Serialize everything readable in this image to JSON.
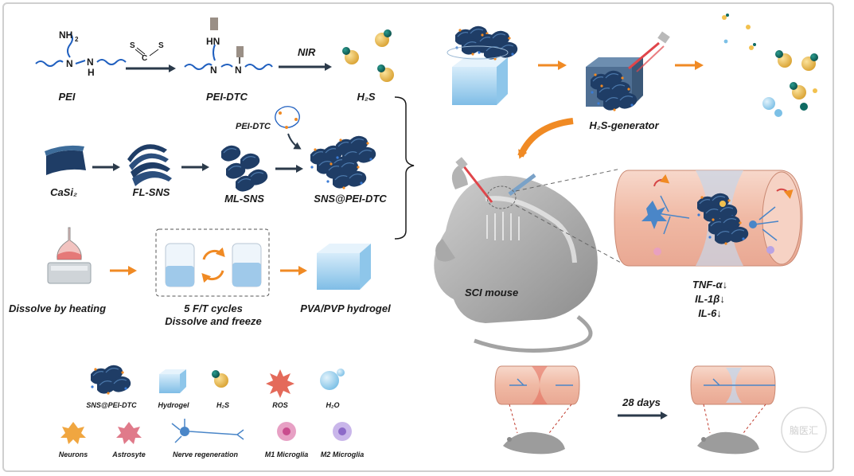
{
  "synthesis": {
    "pei_amine": "NH",
    "pei_amine_sub": "2",
    "pei_n": "N",
    "pei_nh_n": "N",
    "pei_nh_h": "H",
    "pei_label": "PEI",
    "cs2_s1": "S",
    "cs2_c": "C",
    "cs2_s2": "S",
    "dtc_hn": "HN",
    "dtc_n1": "N",
    "dtc_n2": "N",
    "pei_dtc_label": "PEI-DTC",
    "nir_label": "NIR",
    "h2s_label": "H₂S"
  },
  "nanosheets": {
    "casi2_label": "CaSi₂",
    "fl_sns_label": "FL-SNS",
    "ml_sns_label": "ML-SNS",
    "pei_dtc_label": "PEI-DTC",
    "sns_pei_dtc_label": "SNS@PEI-DTC"
  },
  "hydrogel_prep": {
    "heating_label": "Dissolve by heating",
    "cycles_label": "5 F/T cycles",
    "freeze_label": "Dissolve and freeze",
    "hydrogel_label": "PVA/PVP hydrogel"
  },
  "mechanism": {
    "generator_label": "H₂S-generator",
    "mouse_label": "SCI mouse",
    "cytokines": [
      "TNF-α↓",
      "IL-1β↓",
      "IL-6↓"
    ],
    "days_label": "28 days"
  },
  "legend": {
    "items_row1": [
      "SNS@PEI-DTC",
      "Hydrogel",
      "H₂S",
      "ROS",
      "H₂O"
    ],
    "items_row2": [
      "Neurons",
      "Astrosyte",
      "Nerve regeneration",
      "M1 Microglia",
      "M2 Microglia"
    ]
  },
  "watermark": "脑医汇",
  "colors": {
    "arrow_dark": "#2b3a4a",
    "arrow_orange": "#f08a24",
    "chain_blue": "#1f5fbf",
    "h2s_yellow": "#f2c14e",
    "h2s_teal": "#0f6b63",
    "tissue_pink": "#f3c7b6",
    "hydrogel_blue": "#a8d4f0",
    "nanosheet_navy": "#1f3d66"
  }
}
